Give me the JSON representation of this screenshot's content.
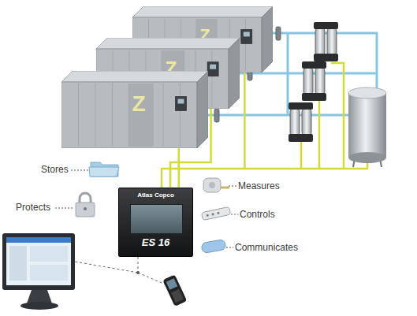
{
  "diagram": {
    "nodes": [
      {
        "text": [
          "Z"
        ]
      },
      {
        "text": [
          "Z"
        ]
      },
      {
        "text": [
          "Z"
        ]
      },
      {
        "text": [
          "Atlas Copco",
          "ES 16"
        ]
      }
    ],
    "edges": [
      {
        "from": 3,
        "to": 0,
        "arrow": "none"
      },
      {
        "from": 3,
        "to": 1,
        "arrow": "none"
      },
      {
        "from": 3,
        "to": 2,
        "arrow": "none"
      }
    ],
    "labels": [
      "Stores",
      "Protects",
      "Measures",
      "Controls",
      "Communicates"
    ]
  }
}
